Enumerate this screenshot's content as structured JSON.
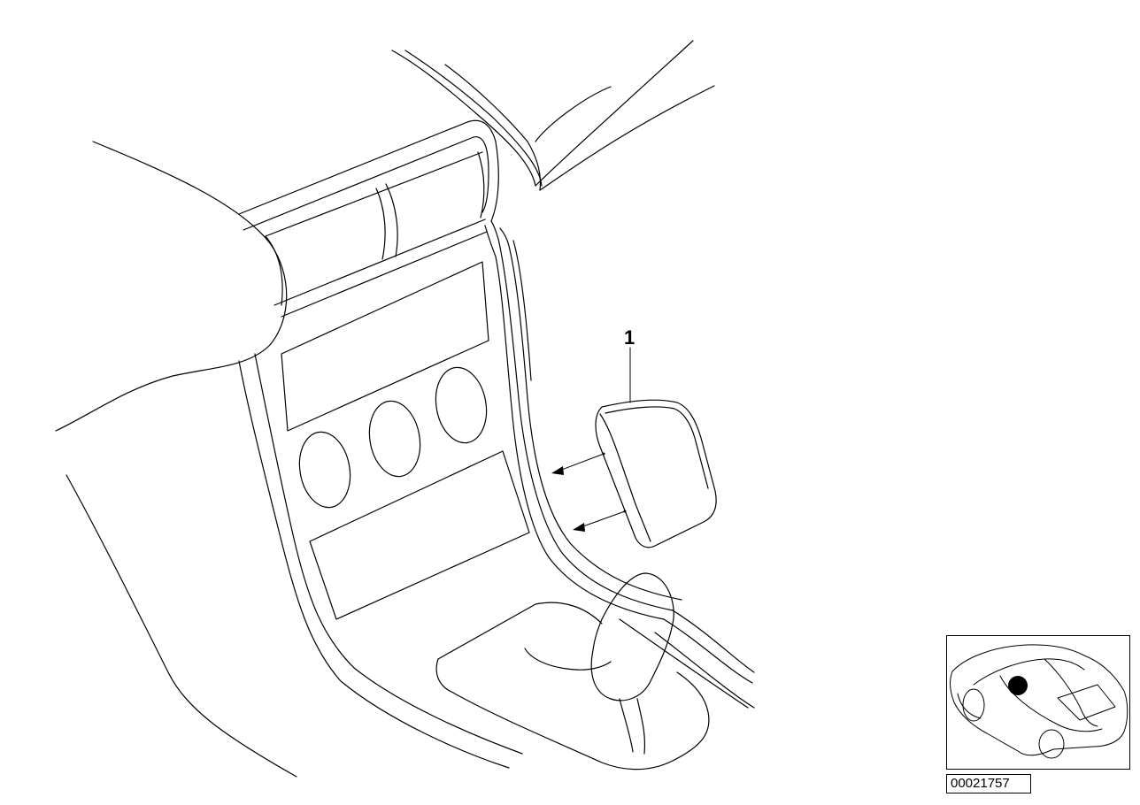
{
  "diagram": {
    "callouts": [
      {
        "label": "1",
        "part": "storage-compartment"
      }
    ],
    "part_number": "00021757",
    "colors": {
      "line": "#000000",
      "background": "#ffffff",
      "marker": "#000000"
    }
  }
}
